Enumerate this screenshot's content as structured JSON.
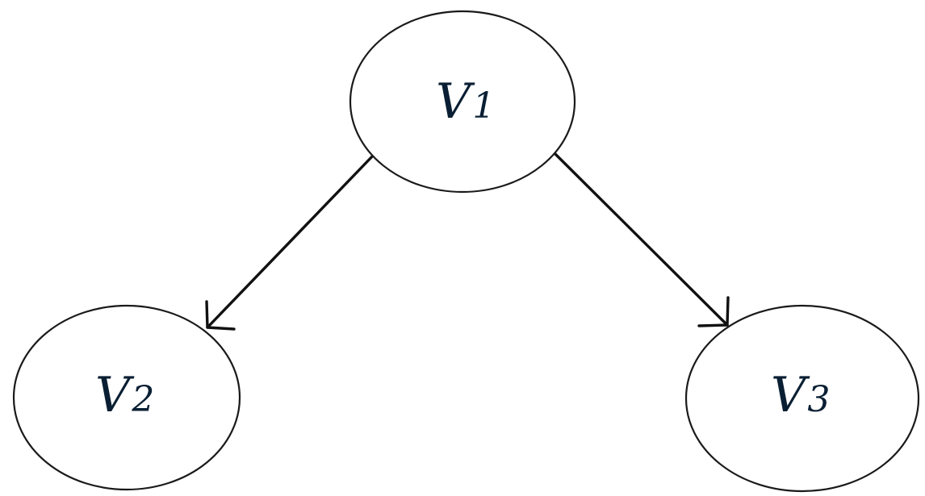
{
  "diagram": {
    "nodes": [
      {
        "id": "v1",
        "letter": "V",
        "index": "1"
      },
      {
        "id": "v2",
        "letter": "V",
        "index": "2"
      },
      {
        "id": "v3",
        "letter": "V",
        "index": "3"
      }
    ],
    "edges": [
      {
        "from": "v1",
        "to": "v2"
      },
      {
        "from": "v1",
        "to": "v3"
      }
    ],
    "colors": {
      "stroke": "#1a1a1a",
      "label": "#0a1f33",
      "background": "#ffffff"
    }
  }
}
